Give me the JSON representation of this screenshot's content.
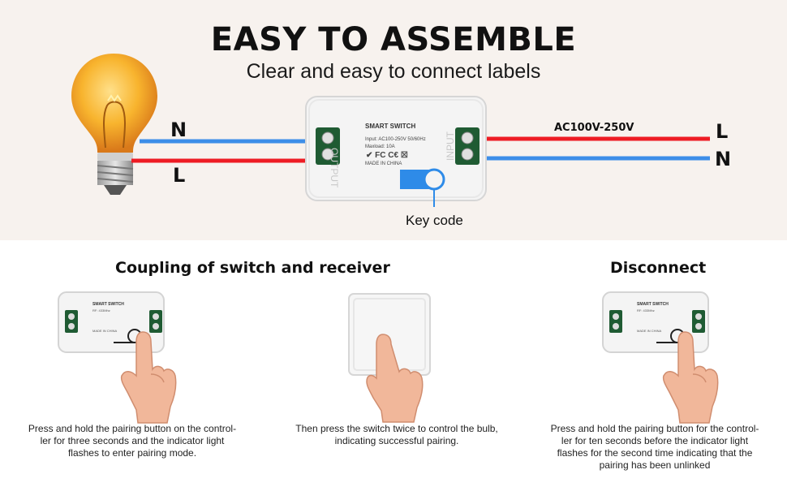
{
  "banner": {
    "title": "EASY TO ASSEMBLE",
    "subtitle": "Clear and easy to connect labels",
    "left_wires": {
      "n": "N",
      "l": "L"
    },
    "right_wires": {
      "l": "L",
      "n": "N"
    },
    "ac_label": "AC100V-250V",
    "key_code_label": "Key code"
  },
  "module": {
    "name": "SMART SWITCH",
    "rf": "RF: 433Mhz",
    "input": "Input: AC100-250V  50/60Hz",
    "maxload": "Maxload: 10A",
    "made_in": "MADE IN CHINA",
    "output_port": "OUTPUT",
    "input_port": "INPUT",
    "cert_marks": "✔ FC C€ ☒"
  },
  "coupling": {
    "heading": "Coupling of switch and receiver",
    "step1_caption": "Press and hold the pairing button on the control-\nler for three seconds and the indicator light\nflashes to enter pairing mode.",
    "step2_caption": "Then press the switch twice to control the bulb,\nindicating successful pairing."
  },
  "disconnect": {
    "heading": "Disconnect",
    "caption": "Press and hold the pairing button for the control-\nler for ten seconds before the indicator light\nflashes for the second time indicating that the\npairing has been unlinked"
  },
  "colors": {
    "background_top": "#f7f2ee",
    "wire_red": "#ee1c24",
    "wire_blue": "#3d8ee8",
    "module_white": "#f4f4f4",
    "terminal_green": "#1f5b33",
    "bulb_orange": "#f6a623",
    "key_blue": "#2e8be8"
  }
}
